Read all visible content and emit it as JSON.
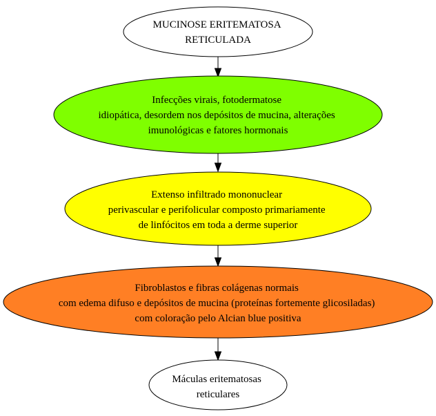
{
  "diagram": {
    "nodes": [
      {
        "id": "mucinose",
        "lines": [
          "MUCINOSE ERITEMATOSA",
          "RETICULADA"
        ],
        "fill": "#ffffff"
      },
      {
        "id": "causas",
        "lines": [
          "Infecções virais, fotodermatose",
          "idiopática, desordem nos depósitos de mucina, alterações",
          "imunológicas e fatores hormonais"
        ],
        "fill": "#7fff00"
      },
      {
        "id": "infiltrado",
        "lines": [
          "Extenso infiltrado mononuclear",
          "perivascular e perifolicular composto primariamente",
          "de linfócitos em toda a derme superior"
        ],
        "fill": "#ffff00"
      },
      {
        "id": "fibroblastos",
        "lines": [
          "Fibroblastos e fibras colágenas normais",
          "com edema difuso e depósitos de mucina (proteínas fortemente glicosiladas)",
          "com coloração pelo Alcian blue positiva"
        ],
        "fill": "#ff7f24"
      },
      {
        "id": "maculas",
        "lines": [
          "Máculas eritematosas",
          "reticulares"
        ],
        "fill": "#ffffff"
      }
    ],
    "edges": [
      {
        "from": "mucinose",
        "to": "causas"
      },
      {
        "from": "causas",
        "to": "infiltrado"
      },
      {
        "from": "infiltrado",
        "to": "fibroblastos"
      },
      {
        "from": "fibroblastos",
        "to": "maculas"
      }
    ]
  }
}
